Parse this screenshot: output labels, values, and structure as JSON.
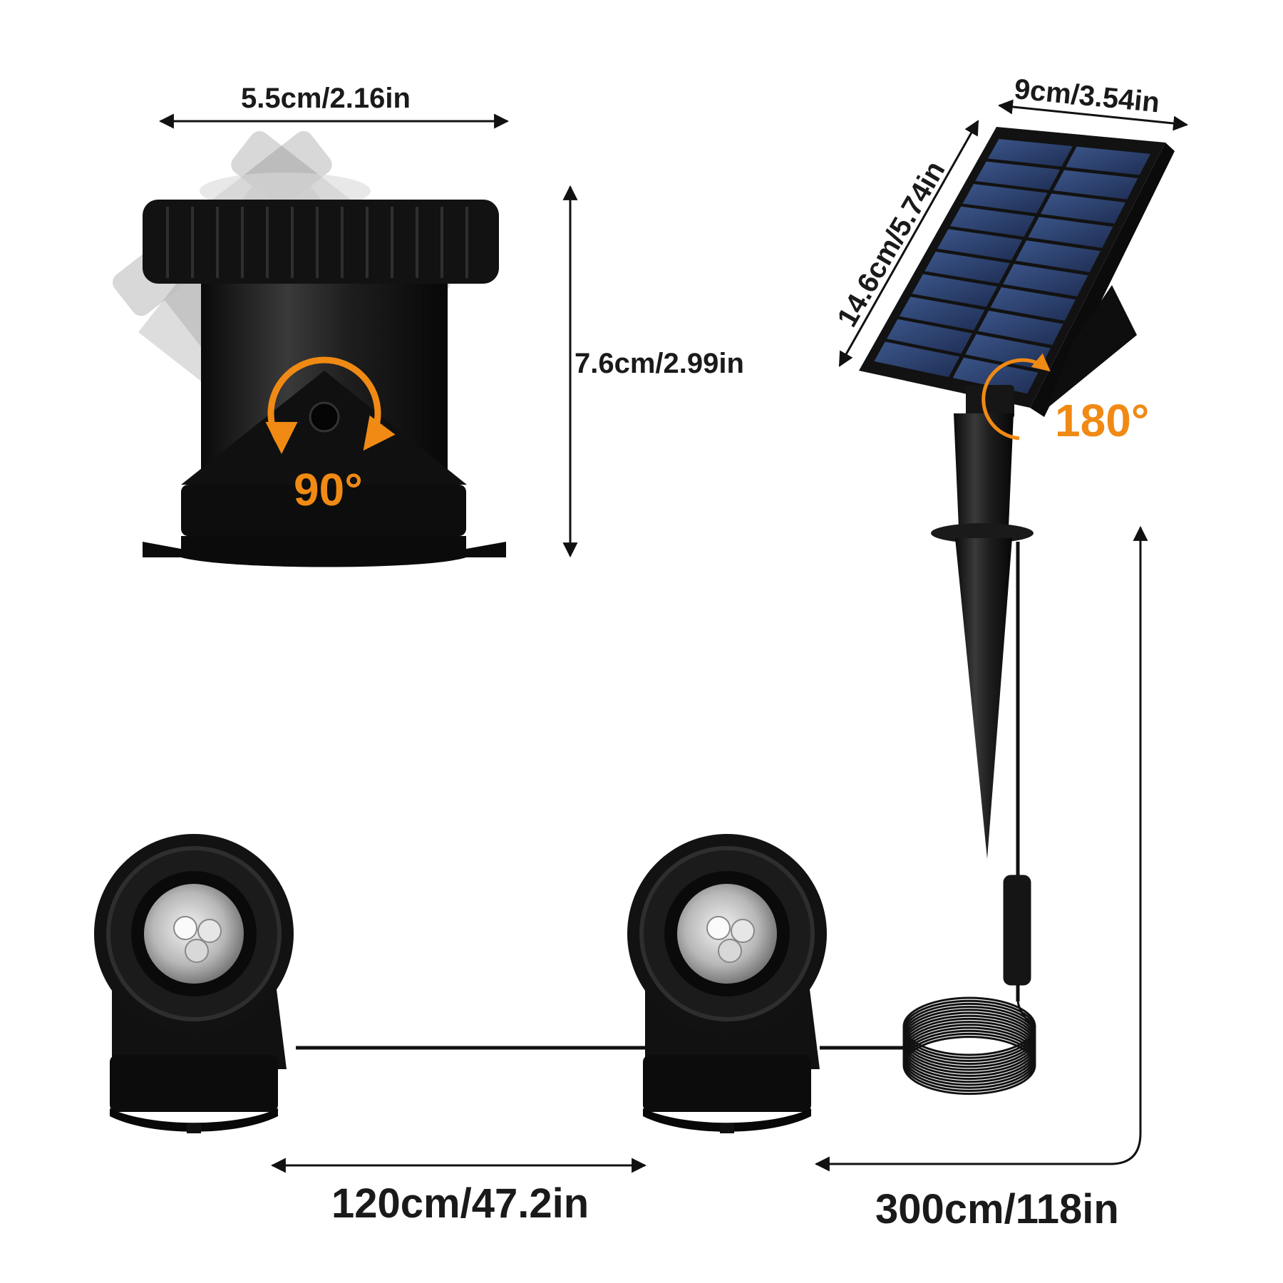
{
  "dimensions": {
    "lamp_width": "5.5cm/2.16in",
    "lamp_height": "7.6cm/2.99in",
    "panel_width": "9cm/3.54in",
    "panel_length": "14.6cm/5.74in",
    "cable_between_lights": "120cm/47.2in",
    "cable_to_panel": "300cm/118in"
  },
  "angles": {
    "lamp_tilt": "90°",
    "panel_tilt": "180°"
  },
  "colors": {
    "accent": "#f08a14",
    "product_black": "#141414",
    "panel_blue": "#2b3f6b",
    "text": "#1a1a1a"
  }
}
